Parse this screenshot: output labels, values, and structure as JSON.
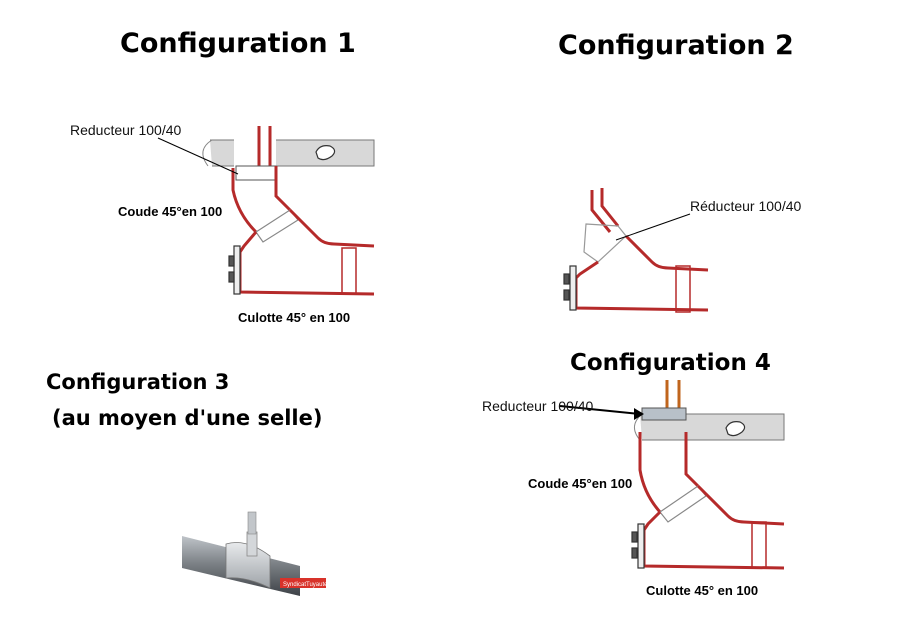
{
  "config1": {
    "title": "Configuration 1",
    "reducer_label": "Reducteur 100/40",
    "elbow_label": "Coude 45°en 100",
    "culotte_label": "Culotte 45° en 100"
  },
  "config2": {
    "title": "Configuration 2",
    "reducer_label": "Réducteur 100/40"
  },
  "config3": {
    "title": "Configuration 3",
    "subtitle": "(au moyen d'une selle)",
    "watermark": "SyndicatTuyauterie.fr"
  },
  "config4": {
    "title": "Configuration 4",
    "reducer_label": "Reducteur 100/40",
    "elbow_label": "Coude 45°en 100",
    "culotte_label": "Culotte 45° en 100"
  },
  "colors": {
    "pipe": "#b52a2a",
    "copper": "#c0651d",
    "slab": "#d8d8d8",
    "fitting": "#9aa3ad"
  }
}
